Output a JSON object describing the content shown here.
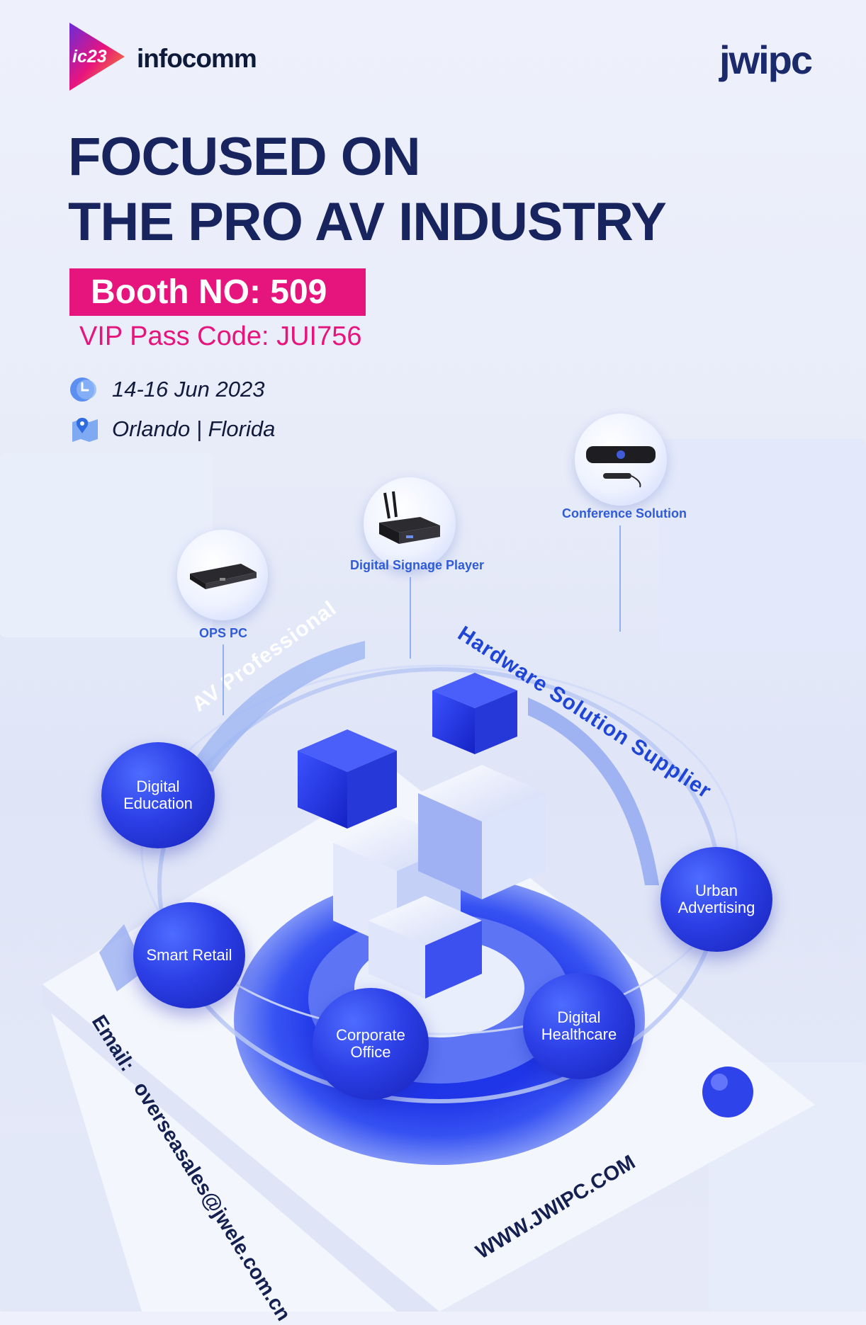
{
  "brand": {
    "event_badge": "ic23",
    "event_name": "infocomm",
    "company": "jwipc"
  },
  "headline": {
    "line1": "FOCUSED ON",
    "line2": "THE PRO AV INDUSTRY"
  },
  "booth": "Booth NO: 509",
  "vip_pass": "VIP Pass Code: JUI756",
  "event_info": {
    "date": "14-16 Jun 2023",
    "location": "Orlando | Florida"
  },
  "products": [
    {
      "label": "OPS PC",
      "icon": "ops-pc-icon"
    },
    {
      "label": "Digital Signage Player",
      "icon": "signage-player-icon"
    },
    {
      "label": "Conference Solution",
      "icon": "conference-camera-icon"
    }
  ],
  "arc_labels": {
    "left": "AV Professional",
    "right": "Hardware Solution Supplier"
  },
  "applications": [
    {
      "label_line1": "Digital",
      "label_line2": "Education"
    },
    {
      "label_line1": "Smart Retail",
      "label_line2": ""
    },
    {
      "label_line1": "Corporate",
      "label_line2": "Office"
    },
    {
      "label_line1": "Digital",
      "label_line2": "Healthcare"
    },
    {
      "label_line1": "Urban",
      "label_line2": "Advertising"
    }
  ],
  "contact": {
    "email": "Email:   overseasales@jwele.com.cn",
    "website": "WWW.JWIPC.COM"
  },
  "colors": {
    "navy": "#17245e",
    "magenta": "#e6147d",
    "accent_blue": "#2c3fe6"
  }
}
